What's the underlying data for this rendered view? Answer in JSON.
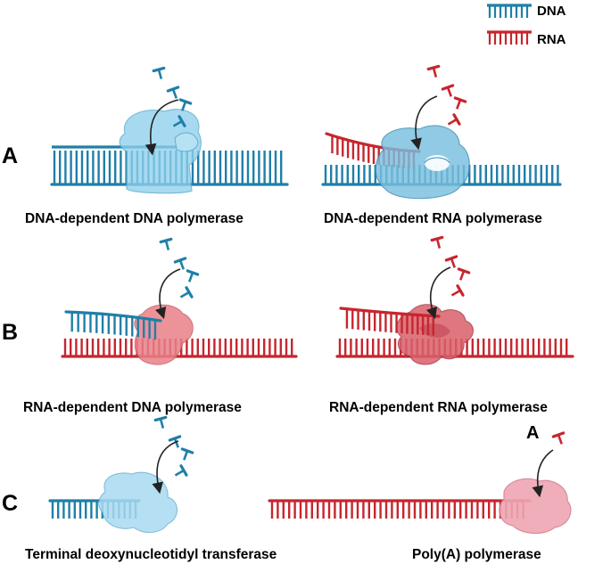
{
  "legend": {
    "dna": {
      "label": "DNA",
      "color": "#1f7fa8"
    },
    "rna": {
      "label": "RNA",
      "color": "#c6262e"
    }
  },
  "colors": {
    "dna_dark": "#17628a",
    "rna_dark": "#a81c24",
    "enzyme_blue": "#7fc6e4",
    "enzyme_pink": "#e57f84",
    "enzyme_light_pink": "#eea6b2"
  },
  "rows": {
    "A": {
      "letter": "A",
      "left_caption": "DNA-dependent DNA polymerase",
      "right_caption": "DNA-dependent RNA polymerase"
    },
    "B": {
      "letter": "B",
      "left_caption": "RNA-dependent DNA polymerase",
      "right_caption": "RNA-dependent RNA polymerase"
    },
    "C": {
      "letter": "C",
      "left_caption": "Terminal deoxynucleotidyl transferase",
      "right_caption": "Poly(A) polymerase",
      "nucleotide_label": "A"
    }
  }
}
